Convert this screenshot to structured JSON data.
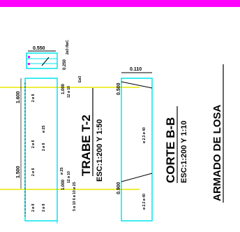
{
  "drawing": {
    "detail_dims": {
      "width": "0.550",
      "height": "0.250",
      "bar_note": "2ø3\n/8øC"
    },
    "beam": {
      "title": "TRABE T-2",
      "scale": "ESC:1:200 Y 1:50",
      "dim_left_top": "1.600",
      "dim_left_bottom": "1.500",
      "dim_mid_top": "1.000",
      "dim_mid_bottom": "1.000",
      "note_side": "Eø3",
      "rebar_marks_col1": [
        "2 ø 8",
        "2 ø 8",
        "2 ø 8",
        "2 ø 8",
        "2 ø 8"
      ],
      "rebar_marks_col2": [
        "ø 2S",
        "2 ø 8",
        "ø 2S"
      ],
      "stirrup_top": "12 ø 10",
      "stirrup_mid": "12 ø 10",
      "stirrup_bottom": "5 ø 10 6 ø 10 ø 2S"
    },
    "section": {
      "title": "CORTE B-B",
      "scale": "ESC:1:200 Y 1:10",
      "width_dim": "0.110",
      "dim_top": "0.500",
      "dim_bottom": "0.900",
      "callout_mid": "ø 2.3 ø 40",
      "callout_bottom": "ø 2.3 ø 40"
    },
    "slab_title": "ARMADO DE LOSA"
  },
  "colors": {
    "header_band": "#ff00ff",
    "cyan": "#00e5ee",
    "yellow": "#e8e800",
    "ink": "#000000"
  }
}
